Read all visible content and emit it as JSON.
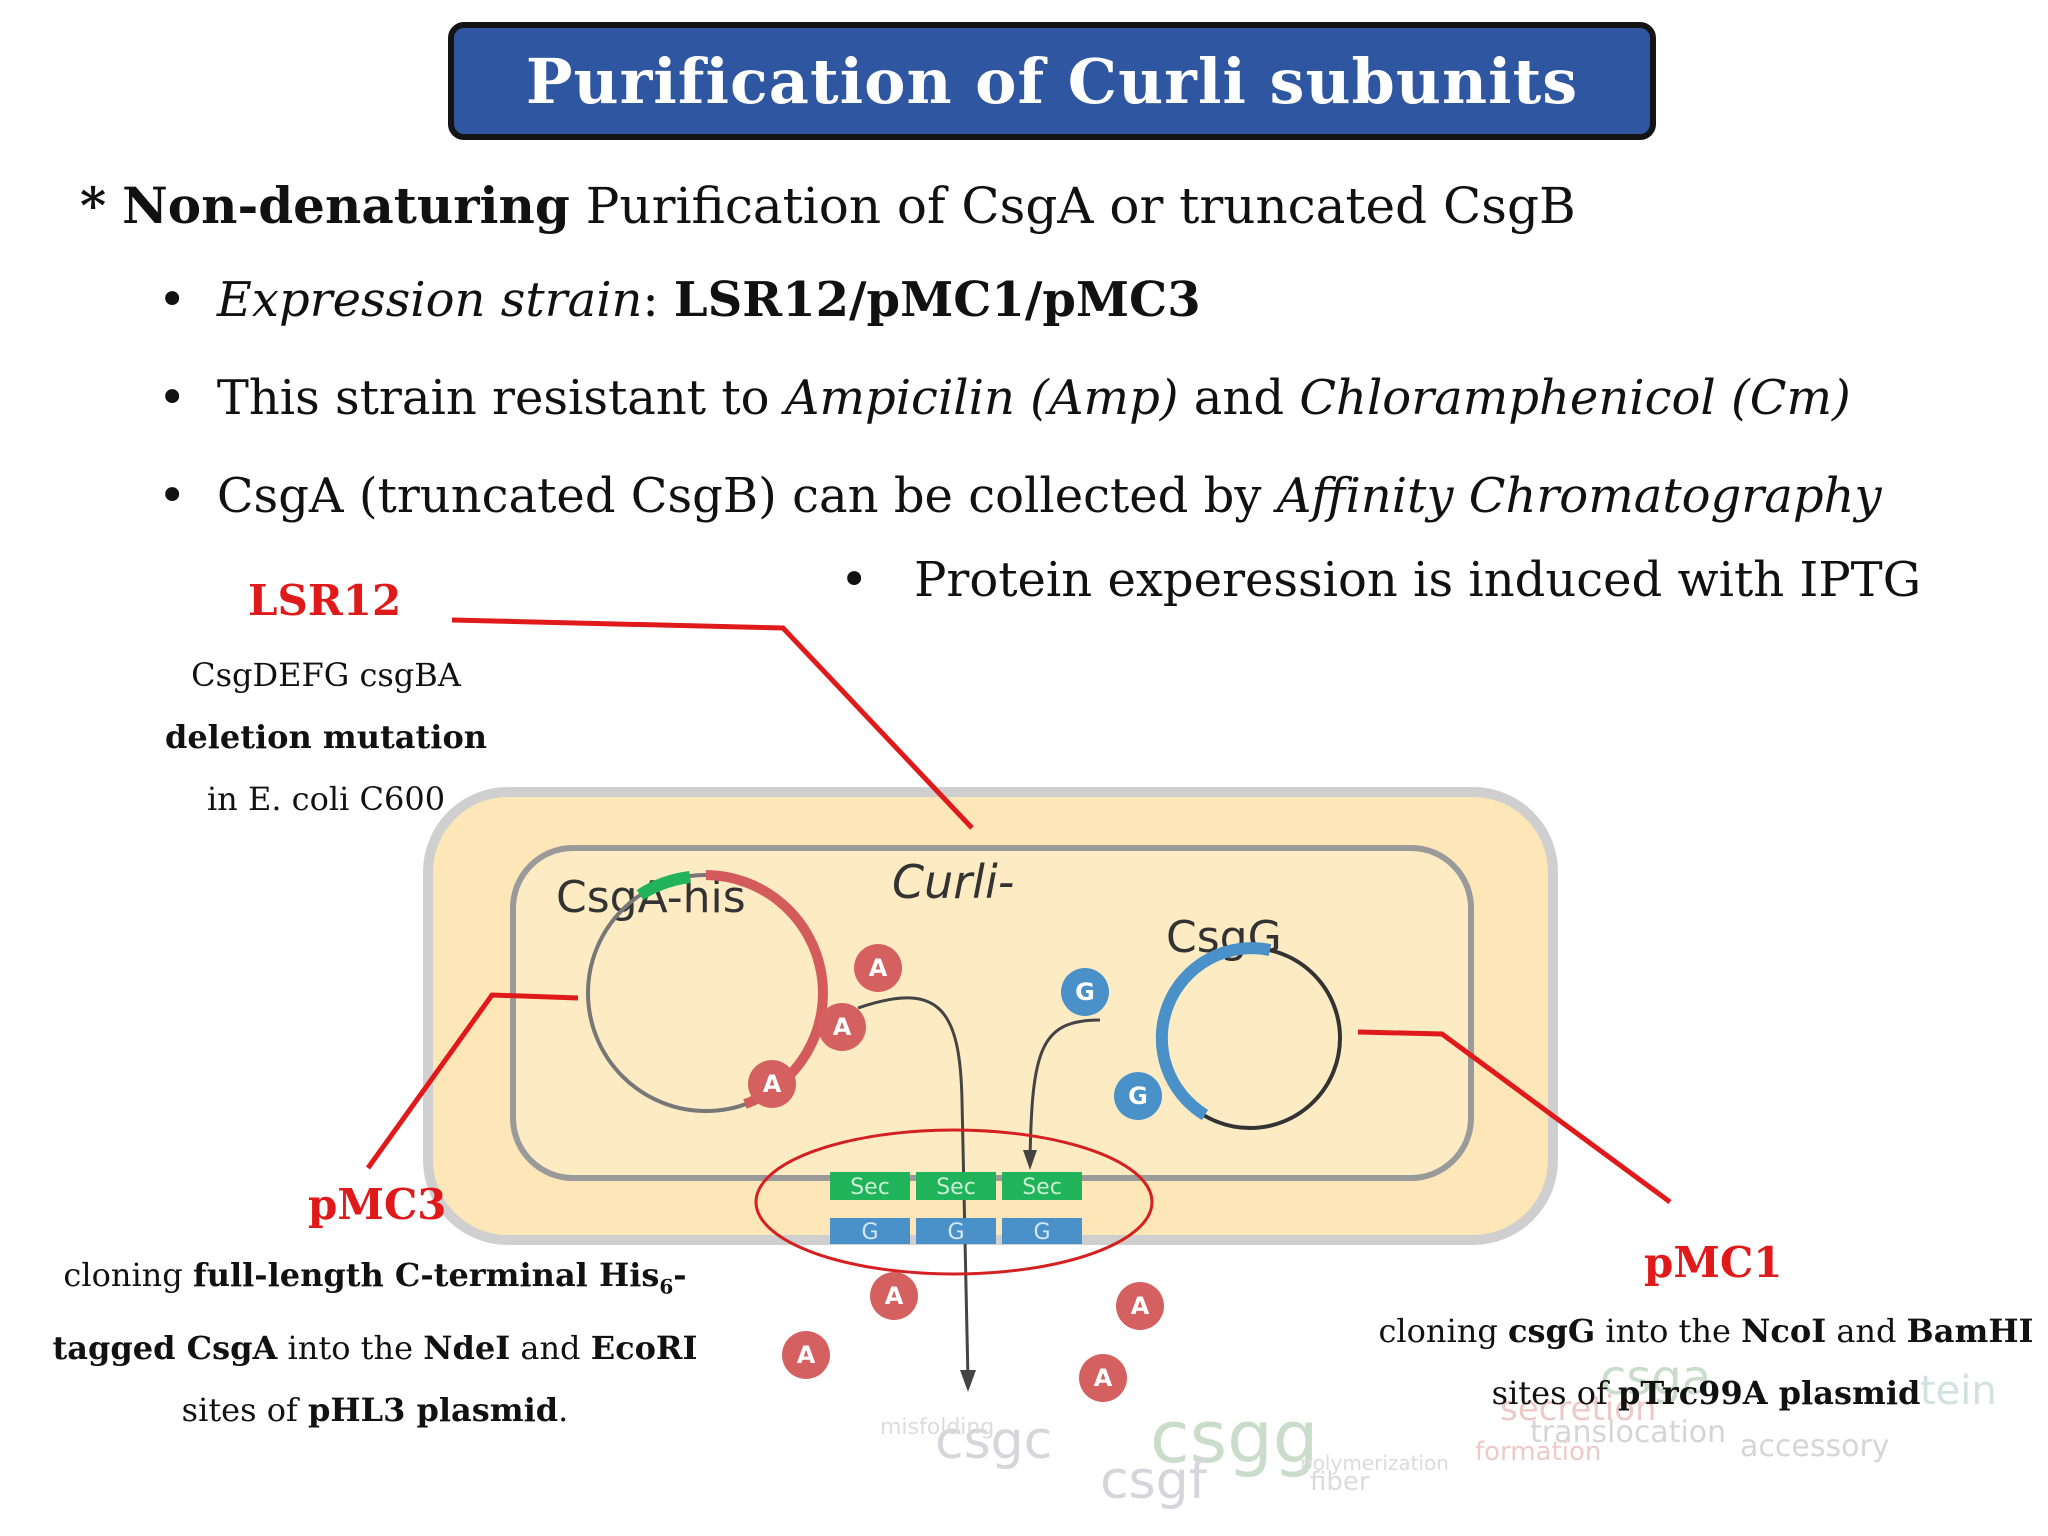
{
  "title": "Purification of Curli subunits",
  "intro": {
    "marker": "*",
    "bold": "Non-denaturing",
    "rest": " Purification of CsgA or truncated CsgB"
  },
  "bullets": [
    {
      "italic": "Expression strain",
      "sep": ": ",
      "bold": "LSR12/pMC1/pMC3"
    },
    {
      "pre": "This strain resistant to ",
      "italic1": "Ampicilin (Amp)",
      "mid": " and ",
      "italic2": "Chloramphenicol (Cm)"
    },
    {
      "pre": "CsgA (truncated CsgB) can be collected by ",
      "italic": "Affinity Chromatography"
    },
    {
      "text": "Protein experession is induced with IPTG"
    }
  ],
  "bullet_glyph": "•",
  "lsr12": {
    "label": "LSR12",
    "line1": "CsgDEFG csgBA",
    "line2": "deletion mutation",
    "line3": "in E. coli C600"
  },
  "pmc3": {
    "label": "pMC3",
    "l1_pre": "cloning ",
    "l1_bold": "full-length C-terminal His",
    "l1_sub": "6",
    "l1_end": "-",
    "l2_bold": "tagged CsgA",
    "l2_mid": " into the ",
    "l2_b2": "NdeI",
    "l2_mid2": " and ",
    "l2_b3": "EcoRI",
    "l3_pre": "sites of ",
    "l3_bold": "pHL3 plasmid",
    "l3_end": "."
  },
  "pmc1": {
    "label": "pMC1",
    "l1_pre": "cloning ",
    "l1_b1": "csgG",
    "l1_mid": " into the ",
    "l1_b2": "NcoI",
    "l1_mid2": " and ",
    "l1_b3": "BamHI",
    "l2_pre": "sites of ",
    "l2_bold": "pTrc99A plasmid"
  },
  "diagram": {
    "csga_his": "CsgA-his",
    "curli": "Curli-",
    "csgg": "CsgG",
    "sec": "Sec",
    "g": "G",
    "a": "A",
    "wordcloud": [
      "csgc",
      "csgg",
      "csgf",
      "translocation",
      "secretion",
      "accessory",
      "formation",
      "fiber",
      "csga",
      "tein",
      "misfolding",
      "polymerization"
    ]
  },
  "colors": {
    "title_bg": "#2f56a0",
    "red": "#e01a1a",
    "cell_fill": "#fde7b8",
    "plasmid_red": "#d45b5b",
    "plasmid_blue": "#4a90c9",
    "sec_green": "#21b35a"
  }
}
